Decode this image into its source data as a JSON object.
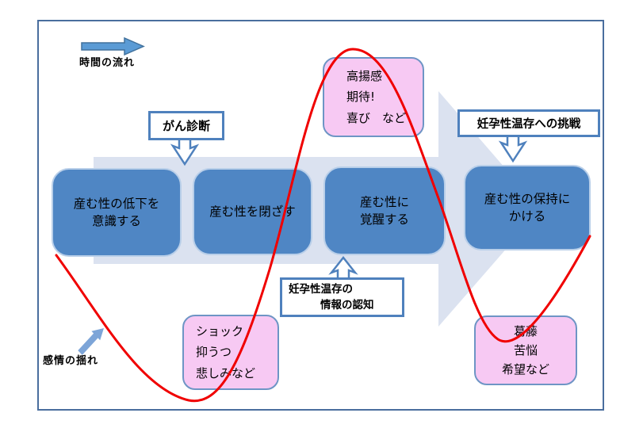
{
  "diagram": {
    "timeline_label": "時間の流れ",
    "emotion_label": "感情の揺れ",
    "callouts": {
      "diagnosis": "がん診断",
      "challenge": "妊孕性温存への挑戦",
      "info_line1": "妊孕性温存の",
      "info_line2": "情報の認知"
    },
    "stages": [
      {
        "lines": [
          "産む性の低下を",
          "意識する"
        ]
      },
      {
        "lines": [
          "産む性を閉ざす"
        ]
      },
      {
        "lines": [
          "産む性に",
          "覚醒する"
        ]
      },
      {
        "lines": [
          "産む性の保持に",
          "かける"
        ]
      }
    ],
    "emotion_boxes": [
      {
        "lines": [
          "高揚感",
          "期待!",
          "喜び　など"
        ]
      },
      {
        "lines": [
          "ショック",
          "抑うつ",
          "悲しみなど"
        ]
      },
      {
        "lines": [
          "葛藤",
          "苦悩",
          "希望など"
        ]
      }
    ],
    "colors": {
      "frame_border": "#4a6e9e",
      "process_arrow_fill": "#dbe2f0",
      "stage_box_fill": "#4f86c4",
      "emotion_box_fill": "#f7c9f3",
      "emotion_box_border": "#6e95c5",
      "callout_border": "#4f81bd",
      "timeline_arrow_fill": "#5b9bd5",
      "pointer_arrow_fill": "#7da5d8",
      "emotion_curve": "#f00000"
    }
  }
}
